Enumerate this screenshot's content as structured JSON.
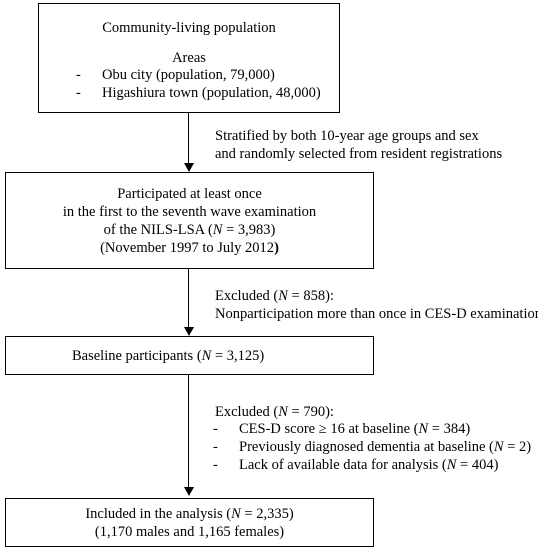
{
  "box1": {
    "title": "Community-living population",
    "areas_label": "Areas",
    "items": [
      {
        "dash": "-",
        "text": "Obu city (population, 79,000)"
      },
      {
        "dash": "-",
        "text": "Higashiura town (population, 48,000)"
      }
    ]
  },
  "step1": {
    "line1": "Stratified by both 10-year age groups and sex",
    "line2": "and randomly selected from resident registrations"
  },
  "box2": {
    "line1": "Participated at least once",
    "line2": "in the first to the seventh wave examination",
    "line3_pre": "of the NILS-LSA (",
    "n_symbol": "N",
    "line3_post": " = 3,983)",
    "line4": "(November 1997 to July 2012",
    "line4_bold": ")"
  },
  "step2": {
    "pre": "Excluded (",
    "n_symbol": "N",
    "post": " = 858):",
    "line2": "Nonparticipation more than once in CES-D examination"
  },
  "box3": {
    "pre": "Baseline participants (",
    "n_symbol": "N",
    "post": " = 3,125)"
  },
  "step3": {
    "pre": "Excluded (",
    "n_symbol": "N",
    "post": " = 790):",
    "items": [
      {
        "dash": "-",
        "pre": "CES-D score ≥ 16 at baseline (",
        "n_symbol": "N",
        "post": " = 384)"
      },
      {
        "dash": "-",
        "pre": "Previously diagnosed dementia at baseline (",
        "n_symbol": "N",
        "post": " = 2)"
      },
      {
        "dash": "-",
        "pre": "Lack of available data for analysis (",
        "n_symbol": "N",
        "post": " = 404)"
      }
    ]
  },
  "box4": {
    "pre": "Included in the analysis (",
    "n_symbol": "N",
    "post": " = 2,335)",
    "line2": "(1,170 males and 1,165 females)"
  }
}
